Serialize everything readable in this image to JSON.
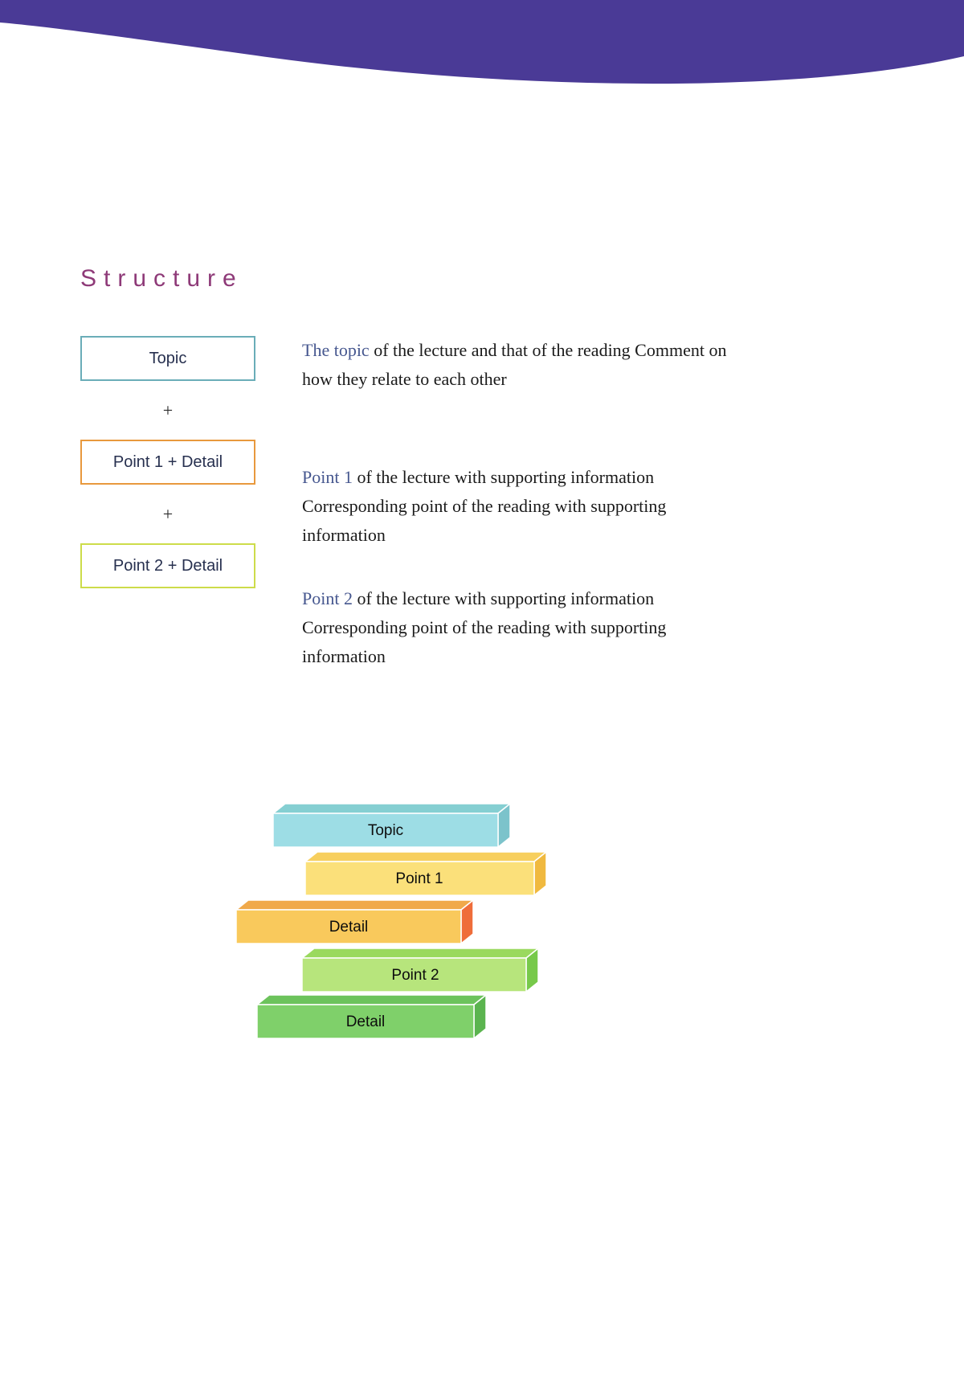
{
  "theme": {
    "band_color": "#4a3a96",
    "title_color": "#8e3a78",
    "box_text_color": "#27304f",
    "lead_text_color": "#46578f",
    "body_text_color": "#1a1a1a"
  },
  "page": {
    "title": "Structure"
  },
  "outline": {
    "boxes": [
      {
        "label": "Topic",
        "border_color": "#6aadb8"
      },
      {
        "label": "Point 1 + Detail",
        "border_color": "#e8993d"
      },
      {
        "label": "Point 2 + Detail",
        "border_color": "#cddc4a"
      }
    ],
    "connectors": [
      "+",
      "+"
    ]
  },
  "explanations": [
    {
      "lead": "The topic",
      "rest": " of the lecture and that of the reading Comment on how they relate to each other"
    },
    {
      "lead": "Point 1",
      "rest": " of the lecture with supporting information Corresponding point of the reading with supporting information"
    },
    {
      "lead": "Point 2",
      "rest": " of the lecture with supporting information Corresponding point of the reading with supporting information"
    }
  ],
  "diagram": {
    "name": "stacked-3d-blocks",
    "blocks": [
      {
        "label": "Topic",
        "face_color": "#9ddde5",
        "top_color": "#85cfd2",
        "side_color": "#7cc3cb"
      },
      {
        "label": "Point 1",
        "face_color": "#fbe07a",
        "top_color": "#f7cf5e",
        "side_color": "#f0b93f"
      },
      {
        "label": "Detail",
        "face_color": "#f9c95c",
        "top_color": "#f0a94a",
        "side_color": "#ef6d3a"
      },
      {
        "label": "Point 2",
        "face_color": "#b7e57c",
        "top_color": "#9ad95e",
        "side_color": "#77c94a"
      },
      {
        "label": "Detail",
        "face_color": "#7fd06a",
        "top_color": "#6cc35c",
        "side_color": "#5bb44f"
      }
    ]
  }
}
